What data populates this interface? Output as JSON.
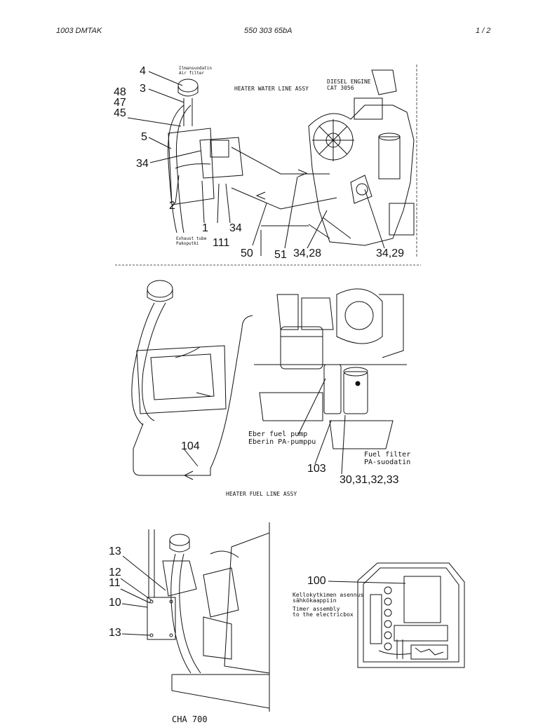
{
  "header": {
    "left": "1003 DMTAK",
    "center": "550 303 65bA",
    "right": "1 /  2"
  },
  "figure_top": {
    "engine_label_line1": "DIESEL ENGINE",
    "engine_label_line2": "CAT 3056",
    "title": "HEATER WATER LINE ASSY",
    "air_filter_fi": "Ilmansuodatin",
    "air_filter_en": "Air filter",
    "exhaust_en": "Exhaust tube",
    "exhaust_fi": "Pakoputki",
    "callouts": {
      "c4": "4",
      "c3": "3",
      "c48": "48",
      "c47": "47",
      "c45": "45",
      "c5": "5",
      "c34a": "34",
      "c2": "2",
      "c1": "1",
      "c34b": "34",
      "c111": "111",
      "c50": "50",
      "c51": "51",
      "c3428": "34,28",
      "c3429": "34,29"
    }
  },
  "figure_middle": {
    "title": "HEATER FUEL LINE ASSY",
    "pump_en": "Eber fuel pump",
    "pump_fi": "Eberin PA-pumppu",
    "filter_en": "Fuel filter",
    "filter_fi": "PA-suodatin",
    "callouts": {
      "c104": "104",
      "c103": "103",
      "c30": "30,31,32,33"
    }
  },
  "figure_bottom": {
    "label": "CHA 700",
    "callouts": {
      "c13a": "13",
      "c12": "12",
      "c11": "11",
      "c10": "10",
      "c13b": "13"
    }
  },
  "figure_timer": {
    "line1": "Kellokytkimen asennus",
    "line2": "sähkökaappiin",
    "line3": "Timer assembly",
    "line4": "to the electricbox",
    "callout": "100"
  }
}
